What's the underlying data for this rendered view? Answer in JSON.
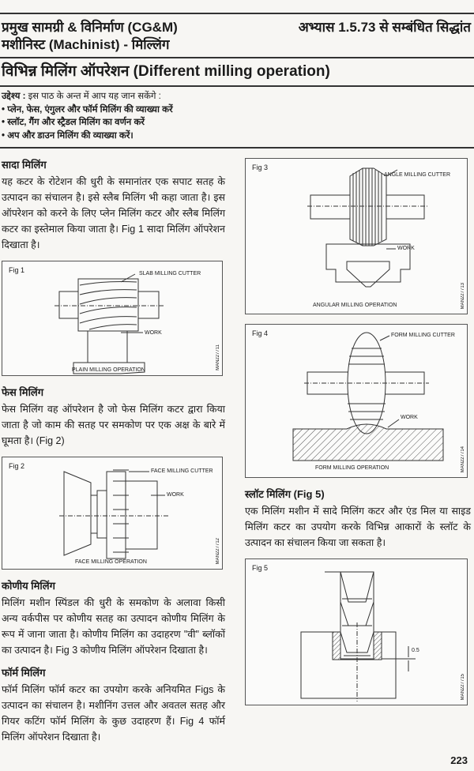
{
  "header": {
    "left_line1": "प्रमुख सामग्री & विनिर्माण (CG&M)",
    "left_line2": "मशीनिस्ट (Machinist) - मिल्लिंग",
    "right": "अभ्यास 1.5.73 से सम्बंधित सिद्धांत"
  },
  "title": "विभिन्न मिलिंग ऑपरेशन (Different milling operation)",
  "objectives": {
    "lead_bold": "उद्देश्य :",
    "lead": " इस पाठ के अन्त में आप यह जान सकेंगे :",
    "items": [
      "• प्लेन, फेस, एंगुलर और फॉर्म मिलिंग की व्याख्या करें",
      "• स्लॉट, गैंग और स्ट्रैडल मिलिंग का वर्णन करें",
      "• अप और डाउन मिलिंग की व्याख्या करें।"
    ]
  },
  "sections": {
    "plain": {
      "heading": "सादा मिलिंग",
      "text": "यह कटर के रोटेशन की धुरी के समानांतर एक सपाट सतह के उत्पादन का संचालन है। इसे स्लैब मिलिंग भी कहा जाता है। इस ऑपरेशन को करने के लिए प्लेन मिलिंग कटर और स्लैब मिलिंग कटर का इस्तेमाल किया जाता है। Fig 1 सादा मिलिंग ऑपरेशन दिखाता है।"
    },
    "face": {
      "heading": "फेस मिलिंग",
      "text": "फेस मिलिंग वह ऑपरेशन है जो फेस मिलिंग कटर द्वारा किया जाता है जो काम की सतह पर समकोण पर एक अक्ष के बारे में घूमता है। (Fig 2)"
    },
    "angular": {
      "heading": "कोणीय मिलिंग",
      "text": "मिलिंग मशीन स्पिंडल की धुरी के समकोण के अलावा किसी अन्य वर्कपीस पर कोणीय सतह का उत्पादन कोणीय मिलिंग के रूप में जाना जाता है। कोणीय मिलिंग का उदाहरण \"वी\" ब्लॉकों का उत्पादन है। Fig 3 कोणीय मिलिंग ऑपरेशन दिखाता है।"
    },
    "form": {
      "heading": "फॉर्म मिलिंग",
      "text": "फॉर्म मिलिंग फॉर्म कटर का उपयोग करके अनियमित Figs के उत्पादन का संचालन है। मशीनिंग उत्तल और अवतल सतह और गियर कटिंग फॉर्म मिलिंग के कुछ उदाहरण हैं। Fig 4 फॉर्म मिलिंग ऑपरेशन दिखाता है।"
    },
    "slot": {
      "heading": "स्लॉट मिलिंग (Fig 5)",
      "text": "एक मिलिंग मशीन में सादे मिलिंग कटर और एंड मिल या साइड मिलिंग कटर का उपयोग करके विभिन्न आकारों के स्लॉट के उत्पादन का संचालन किया जा सकता है।"
    }
  },
  "figures": {
    "fig1": {
      "label": "Fig 1",
      "cutter": "SLAB MILLING CUTTER",
      "work": "WORK",
      "caption": "PLAIN MILLING OPERATION",
      "code": "MAN227711"
    },
    "fig2": {
      "label": "Fig 2",
      "cutter": "FACE MILLING CUTTER",
      "work": "WORK",
      "caption": "FACE MILLING OPERATION",
      "code": "MAN227712"
    },
    "fig3": {
      "label": "Fig 3",
      "cutter": "ANGLE MILLING CUTTER",
      "work": "WORK",
      "caption": "ANGULAR MILLING OPERATION",
      "code": "MAN227713"
    },
    "fig4": {
      "label": "Fig 4",
      "cutter": "FORM MILLING CUTTER",
      "work": "WORK",
      "caption": "FORM MILLING OPERATION",
      "code": "MAN227714"
    },
    "fig5": {
      "label": "Fig 5",
      "dimension": "0.5",
      "code": "MAN227715"
    }
  },
  "page_number": "223"
}
